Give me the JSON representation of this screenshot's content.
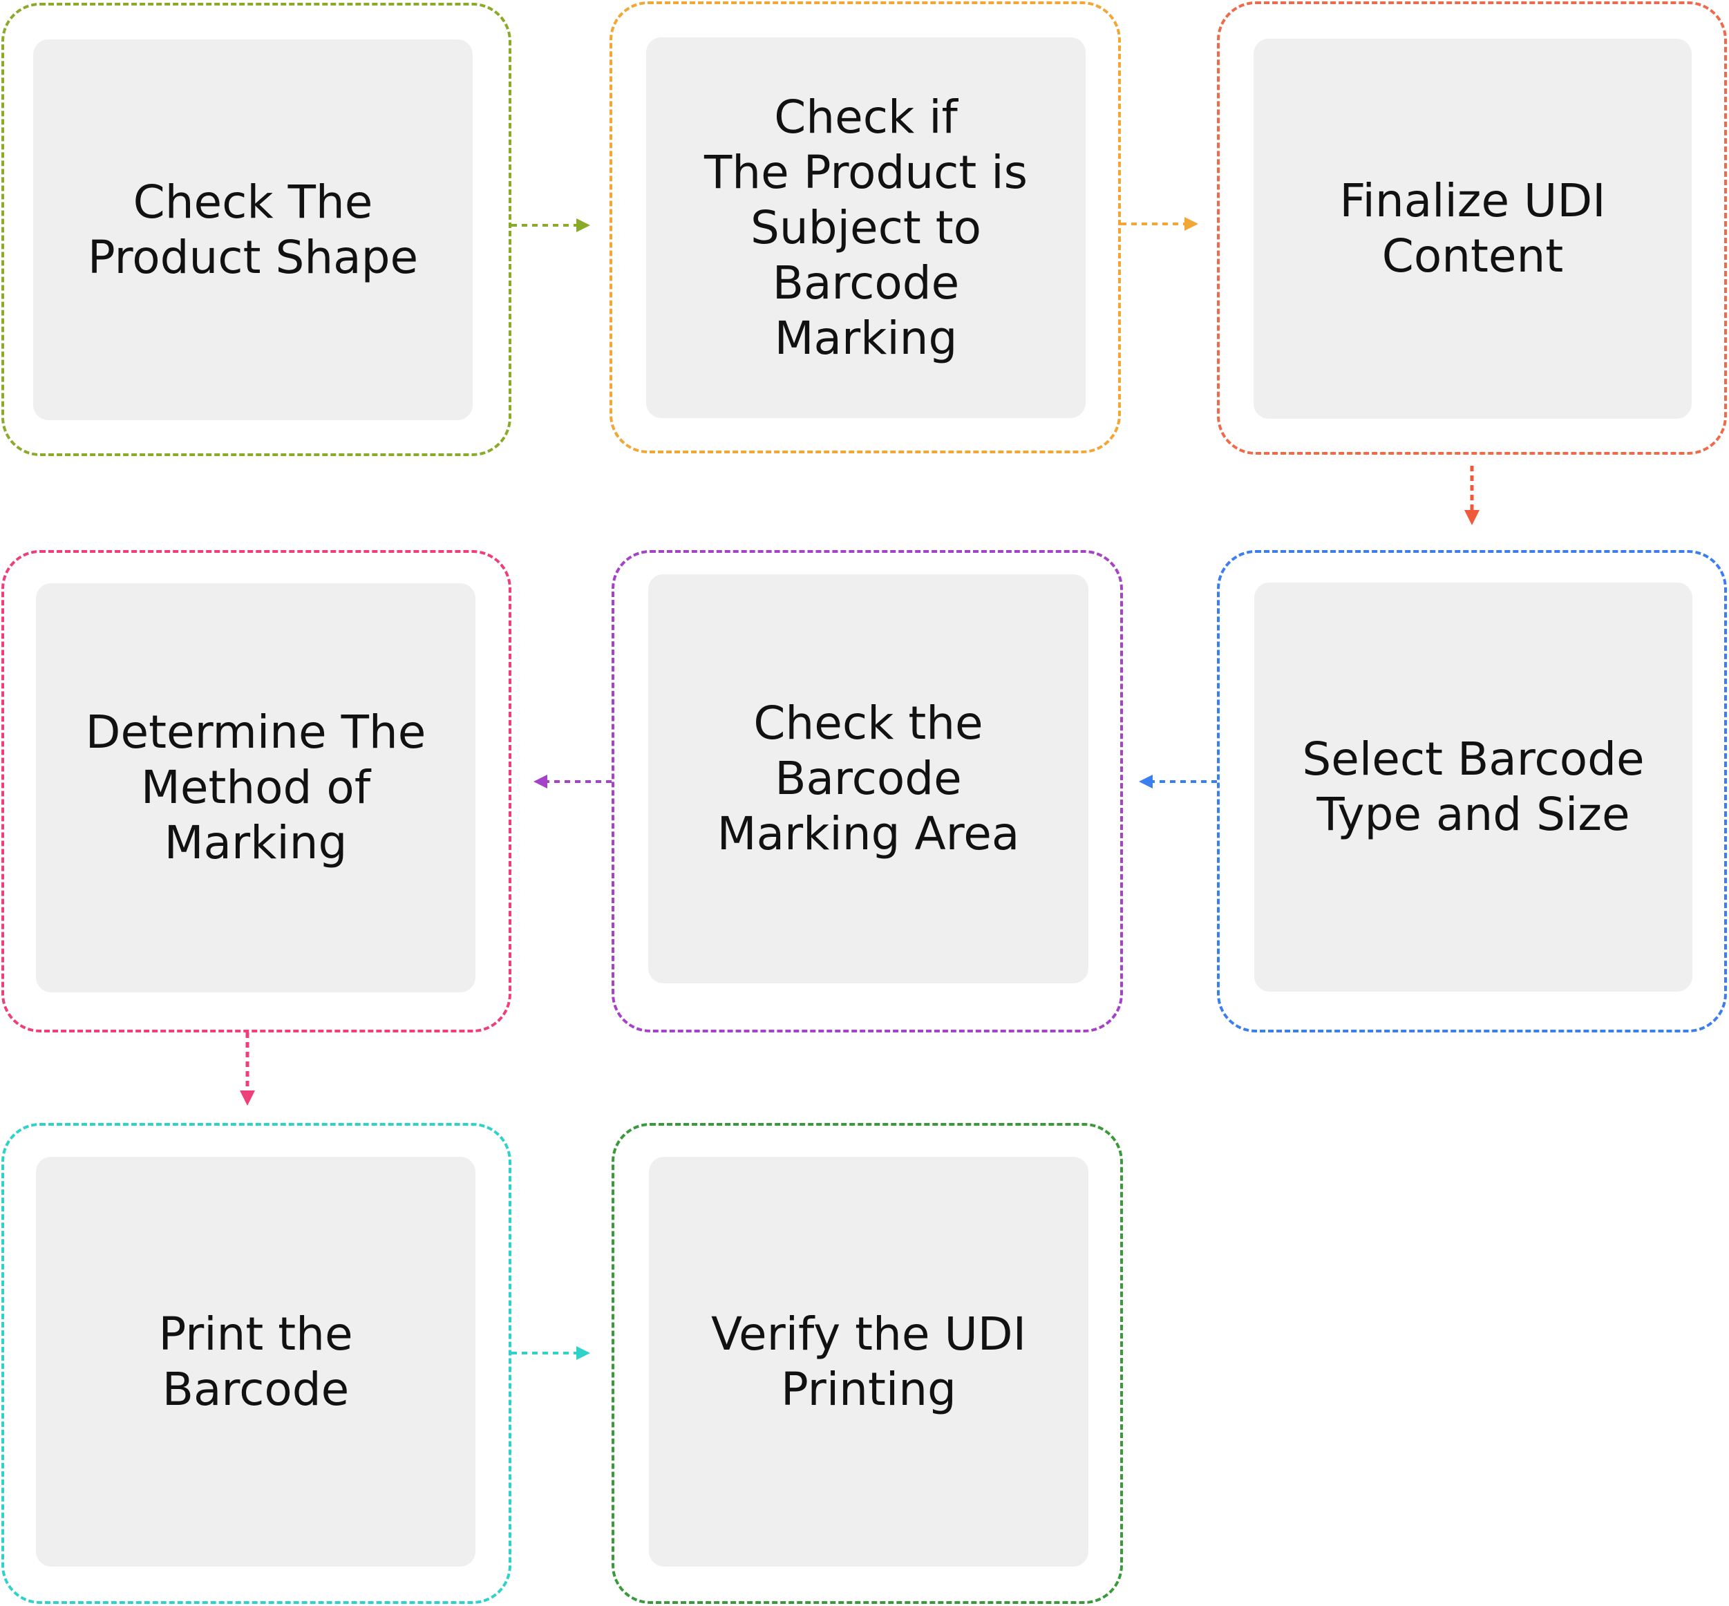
{
  "steps": [
    {
      "id": "step-1",
      "label": "Check The\nProduct Shape",
      "color": "#8aaa2a"
    },
    {
      "id": "step-2",
      "label": "Check if\nThe Product is\nSubject to\nBarcode\nMarking",
      "color": "#f2a636"
    },
    {
      "id": "step-3",
      "label": "Finalize UDI\nContent",
      "color": "#ee6a4a"
    },
    {
      "id": "step-4",
      "label": "Select Barcode\nType and Size",
      "color": "#3b7ef0"
    },
    {
      "id": "step-5",
      "label": "Check the\nBarcode\nMarking Area",
      "color": "#a642c8"
    },
    {
      "id": "step-6",
      "label": "Determine The\nMethod of\nMarking",
      "color": "#ee3f78"
    },
    {
      "id": "step-7",
      "label": "Print the\nBarcode",
      "color": "#2fd2c8"
    },
    {
      "id": "step-8",
      "label": "Verify the UDI\nPrinting",
      "color": "#3a9a3a"
    }
  ],
  "connections": [
    {
      "from": "step-1",
      "to": "step-2",
      "color": "#8aaa2a"
    },
    {
      "from": "step-2",
      "to": "step-3",
      "color": "#f2a636"
    },
    {
      "from": "step-3",
      "to": "step-4",
      "color": "#ee5a3a"
    },
    {
      "from": "step-4",
      "to": "step-5",
      "color": "#3b7ef0"
    },
    {
      "from": "step-5",
      "to": "step-6",
      "color": "#a642c8"
    },
    {
      "from": "step-6",
      "to": "step-7",
      "color": "#ee3f78"
    },
    {
      "from": "step-7",
      "to": "step-8",
      "color": "#2fd2c8"
    }
  ]
}
